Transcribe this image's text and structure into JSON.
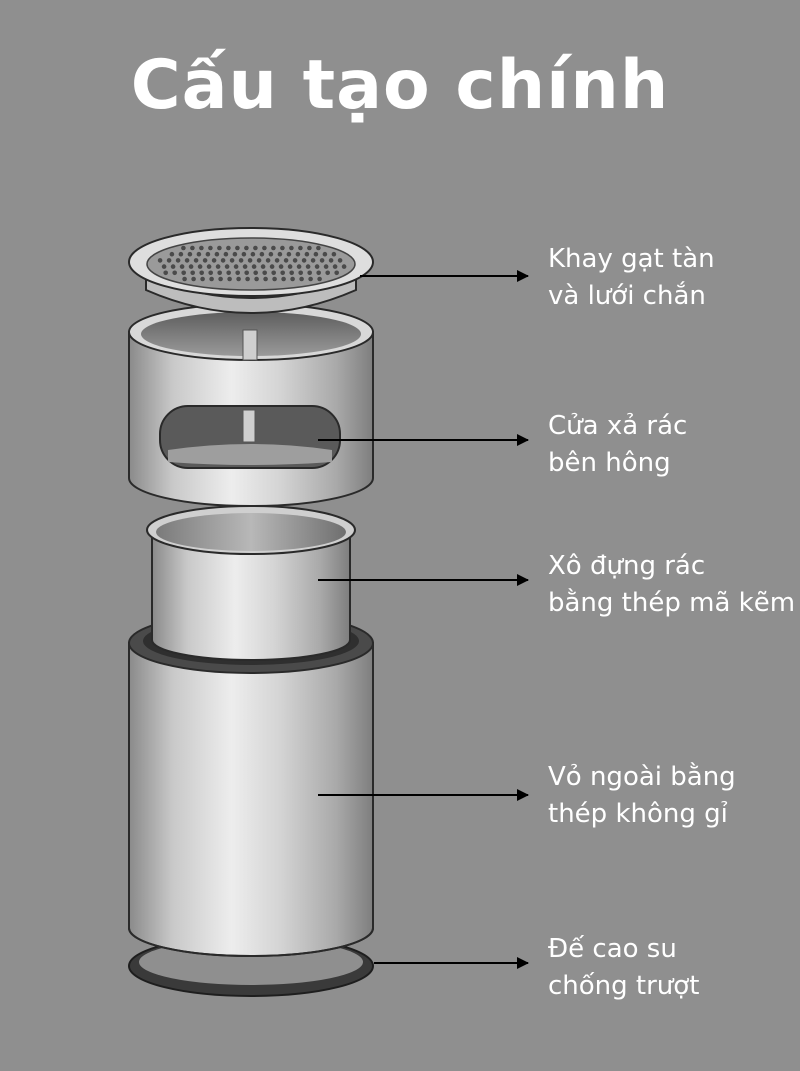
{
  "title": "Cấu tạo chính",
  "colors": {
    "background": "#8f8f8f",
    "text": "#ffffff",
    "leader": "#000000",
    "steel_light": "#e2e2e2",
    "steel_dark": "#8a8a8a",
    "rubber": "#3a3a3a"
  },
  "parts": [
    {
      "id": "ashtray",
      "icon": "ashtray-mesh-icon",
      "lines": [
        "Khay gạt tàn",
        "và lưới chắn"
      ]
    },
    {
      "id": "side-door",
      "icon": "side-opening-icon",
      "lines": [
        "Cửa xả rác",
        "bên hông"
      ]
    },
    {
      "id": "bucket",
      "icon": "inner-bucket-icon",
      "lines": [
        "Xô đựng rác",
        "bằng thép mã kẽm"
      ]
    },
    {
      "id": "shell",
      "icon": "outer-shell-icon",
      "lines": [
        "Vỏ ngoài bằng",
        "thép không gỉ"
      ]
    },
    {
      "id": "base",
      "icon": "rubber-ring-icon",
      "lines": [
        "Đế cao su",
        "chống trượt"
      ]
    }
  ]
}
